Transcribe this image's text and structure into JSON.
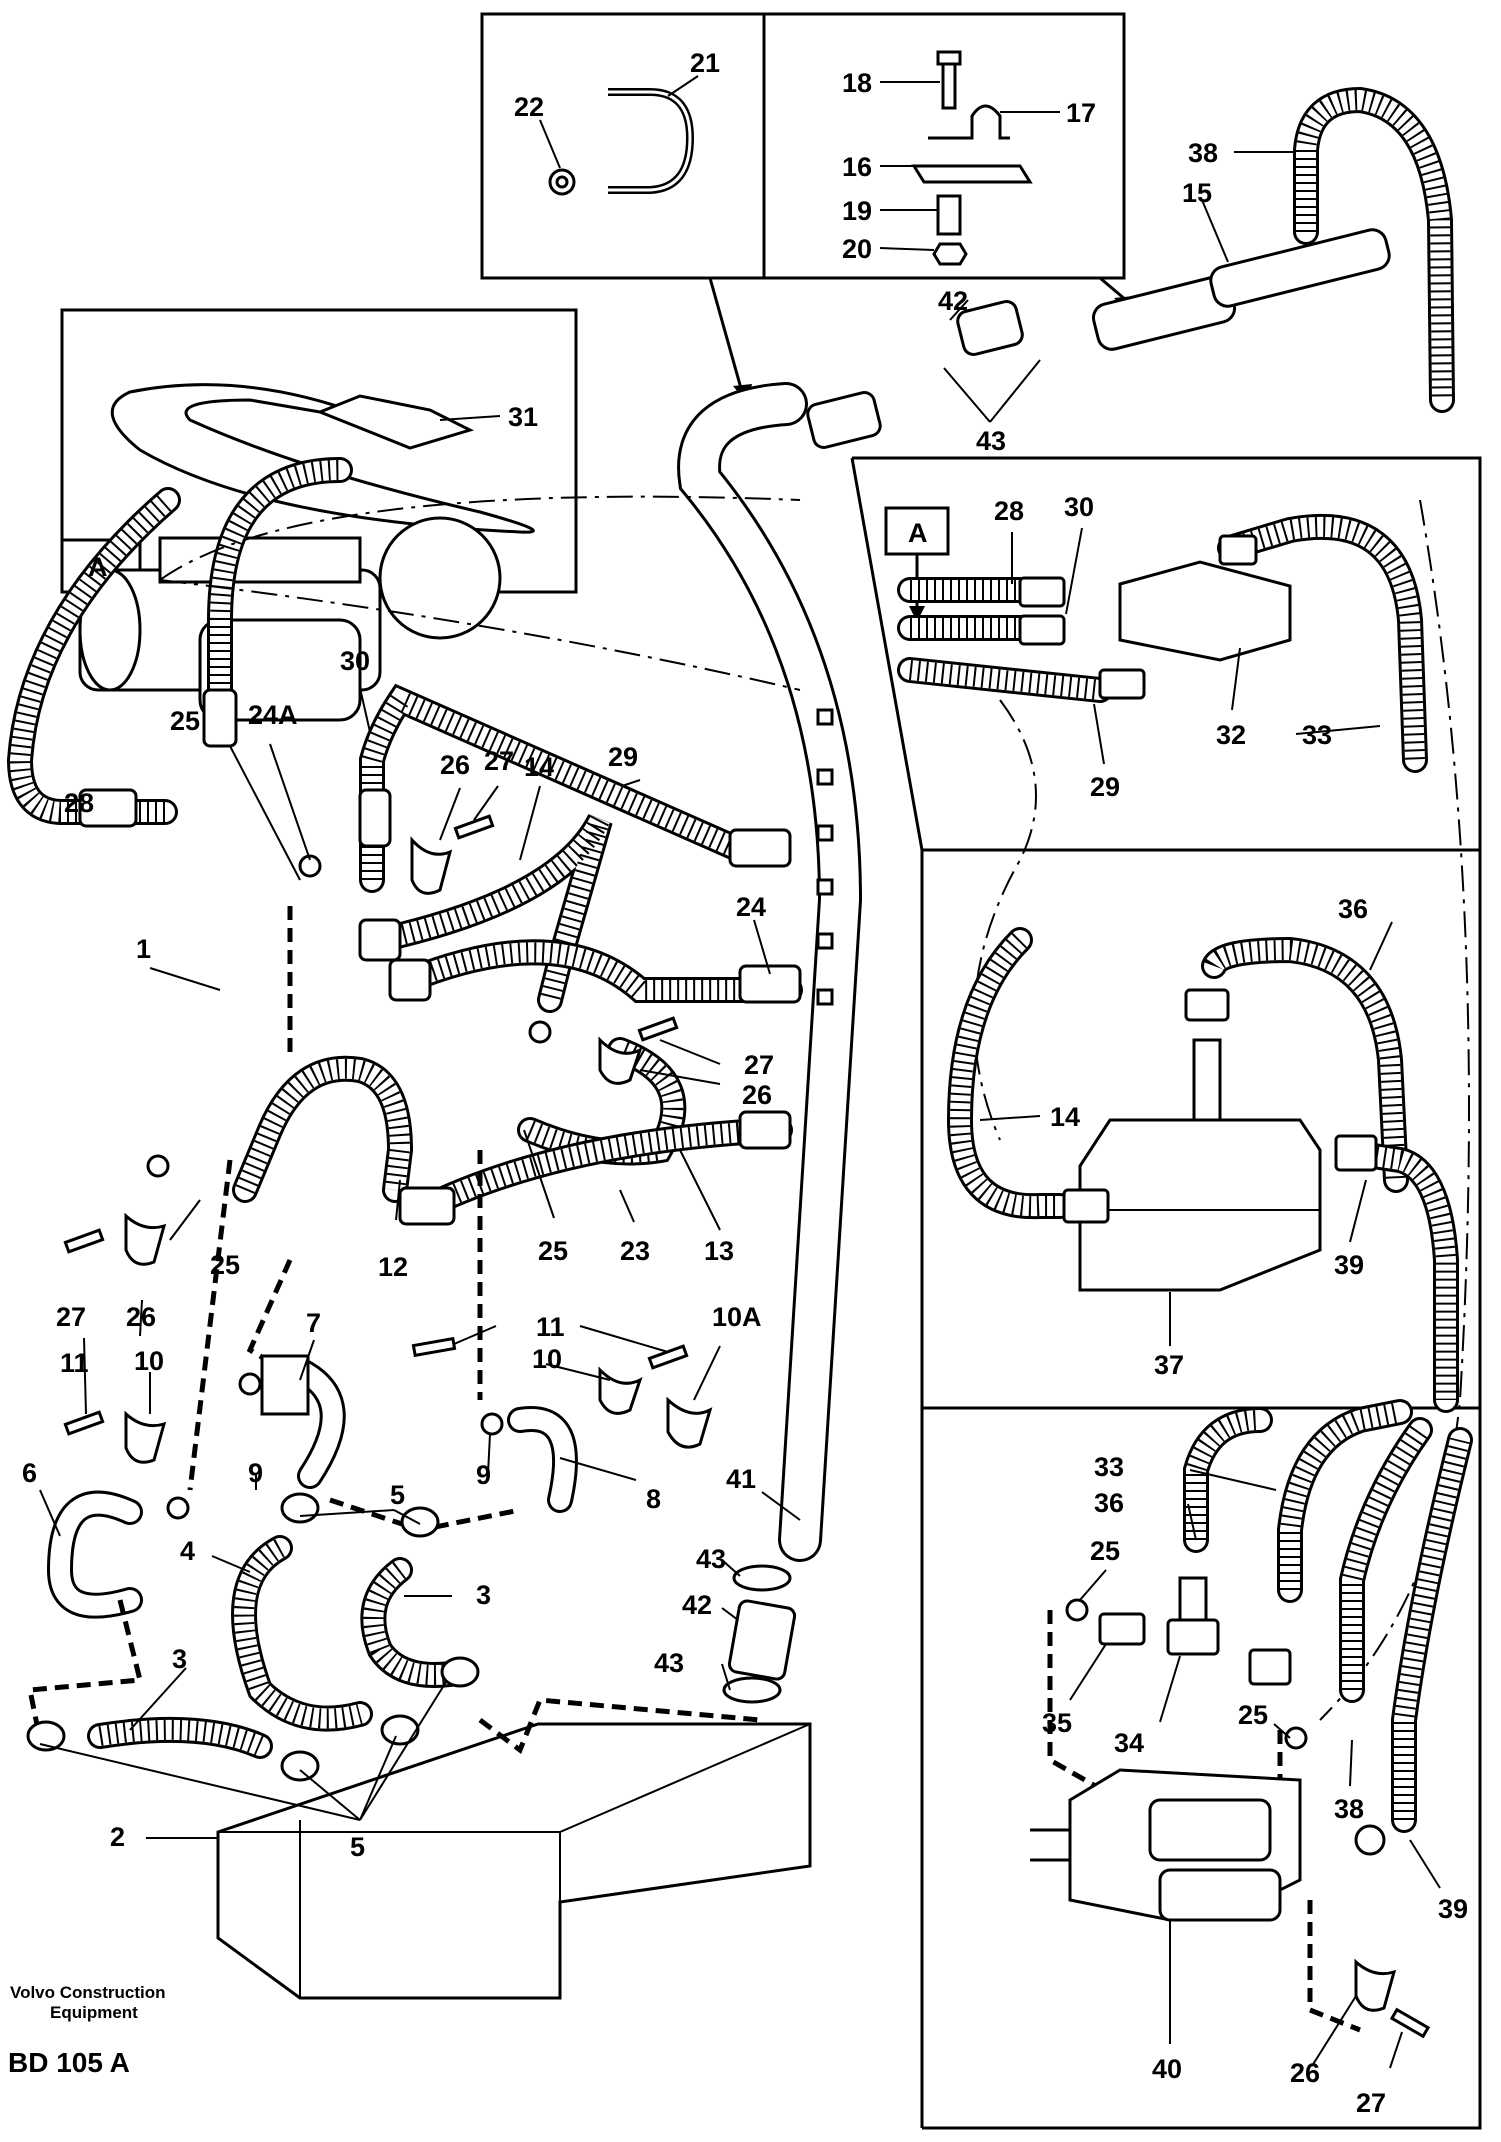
{
  "footer": {
    "maker_line1": "Volvo Construction",
    "maker_line2": "Equipment",
    "drawing_code": "BD 105 A"
  },
  "detail_label": "A",
  "callouts": {
    "c1": "1",
    "c2": "2",
    "c3a": "3",
    "c3b": "3",
    "c4": "4",
    "c5a": "5",
    "c5b": "5",
    "c6": "6",
    "c7": "7",
    "c8": "8",
    "c9a": "9",
    "c9b": "9",
    "c10a": "10",
    "c10b": "10",
    "c10A": "10A",
    "c11a": "11",
    "c11b": "11",
    "c12": "12",
    "c13": "13",
    "c14a": "14",
    "c14b": "14",
    "c15": "15",
    "c16": "16",
    "c17": "17",
    "c18": "18",
    "c19": "19",
    "c20": "20",
    "c21": "21",
    "c22": "22",
    "c23": "23",
    "c24": "24",
    "c24A": "24A",
    "c25a": "25",
    "c25b": "25",
    "c25c": "25",
    "c25d": "25",
    "c25e": "25",
    "c26a": "26",
    "c26b": "26",
    "c26c": "26",
    "c26d": "26",
    "c27a": "27",
    "c27b": "27",
    "c27c": "27",
    "c27d": "27",
    "c28a": "28",
    "c28b": "28",
    "c29a": "29",
    "c29b": "29",
    "c30a": "30",
    "c30b": "30",
    "c31": "31",
    "c32": "32",
    "c33a": "33",
    "c33b": "33",
    "c34": "34",
    "c35": "35",
    "c36a": "36",
    "c36b": "36",
    "c37": "37",
    "c38a": "38",
    "c38b": "38",
    "c39a": "39",
    "c39b": "39",
    "c40": "40",
    "c41": "41",
    "c42a": "42",
    "c42b": "42",
    "c43a": "43",
    "c43b": "43",
    "c43c": "43"
  }
}
